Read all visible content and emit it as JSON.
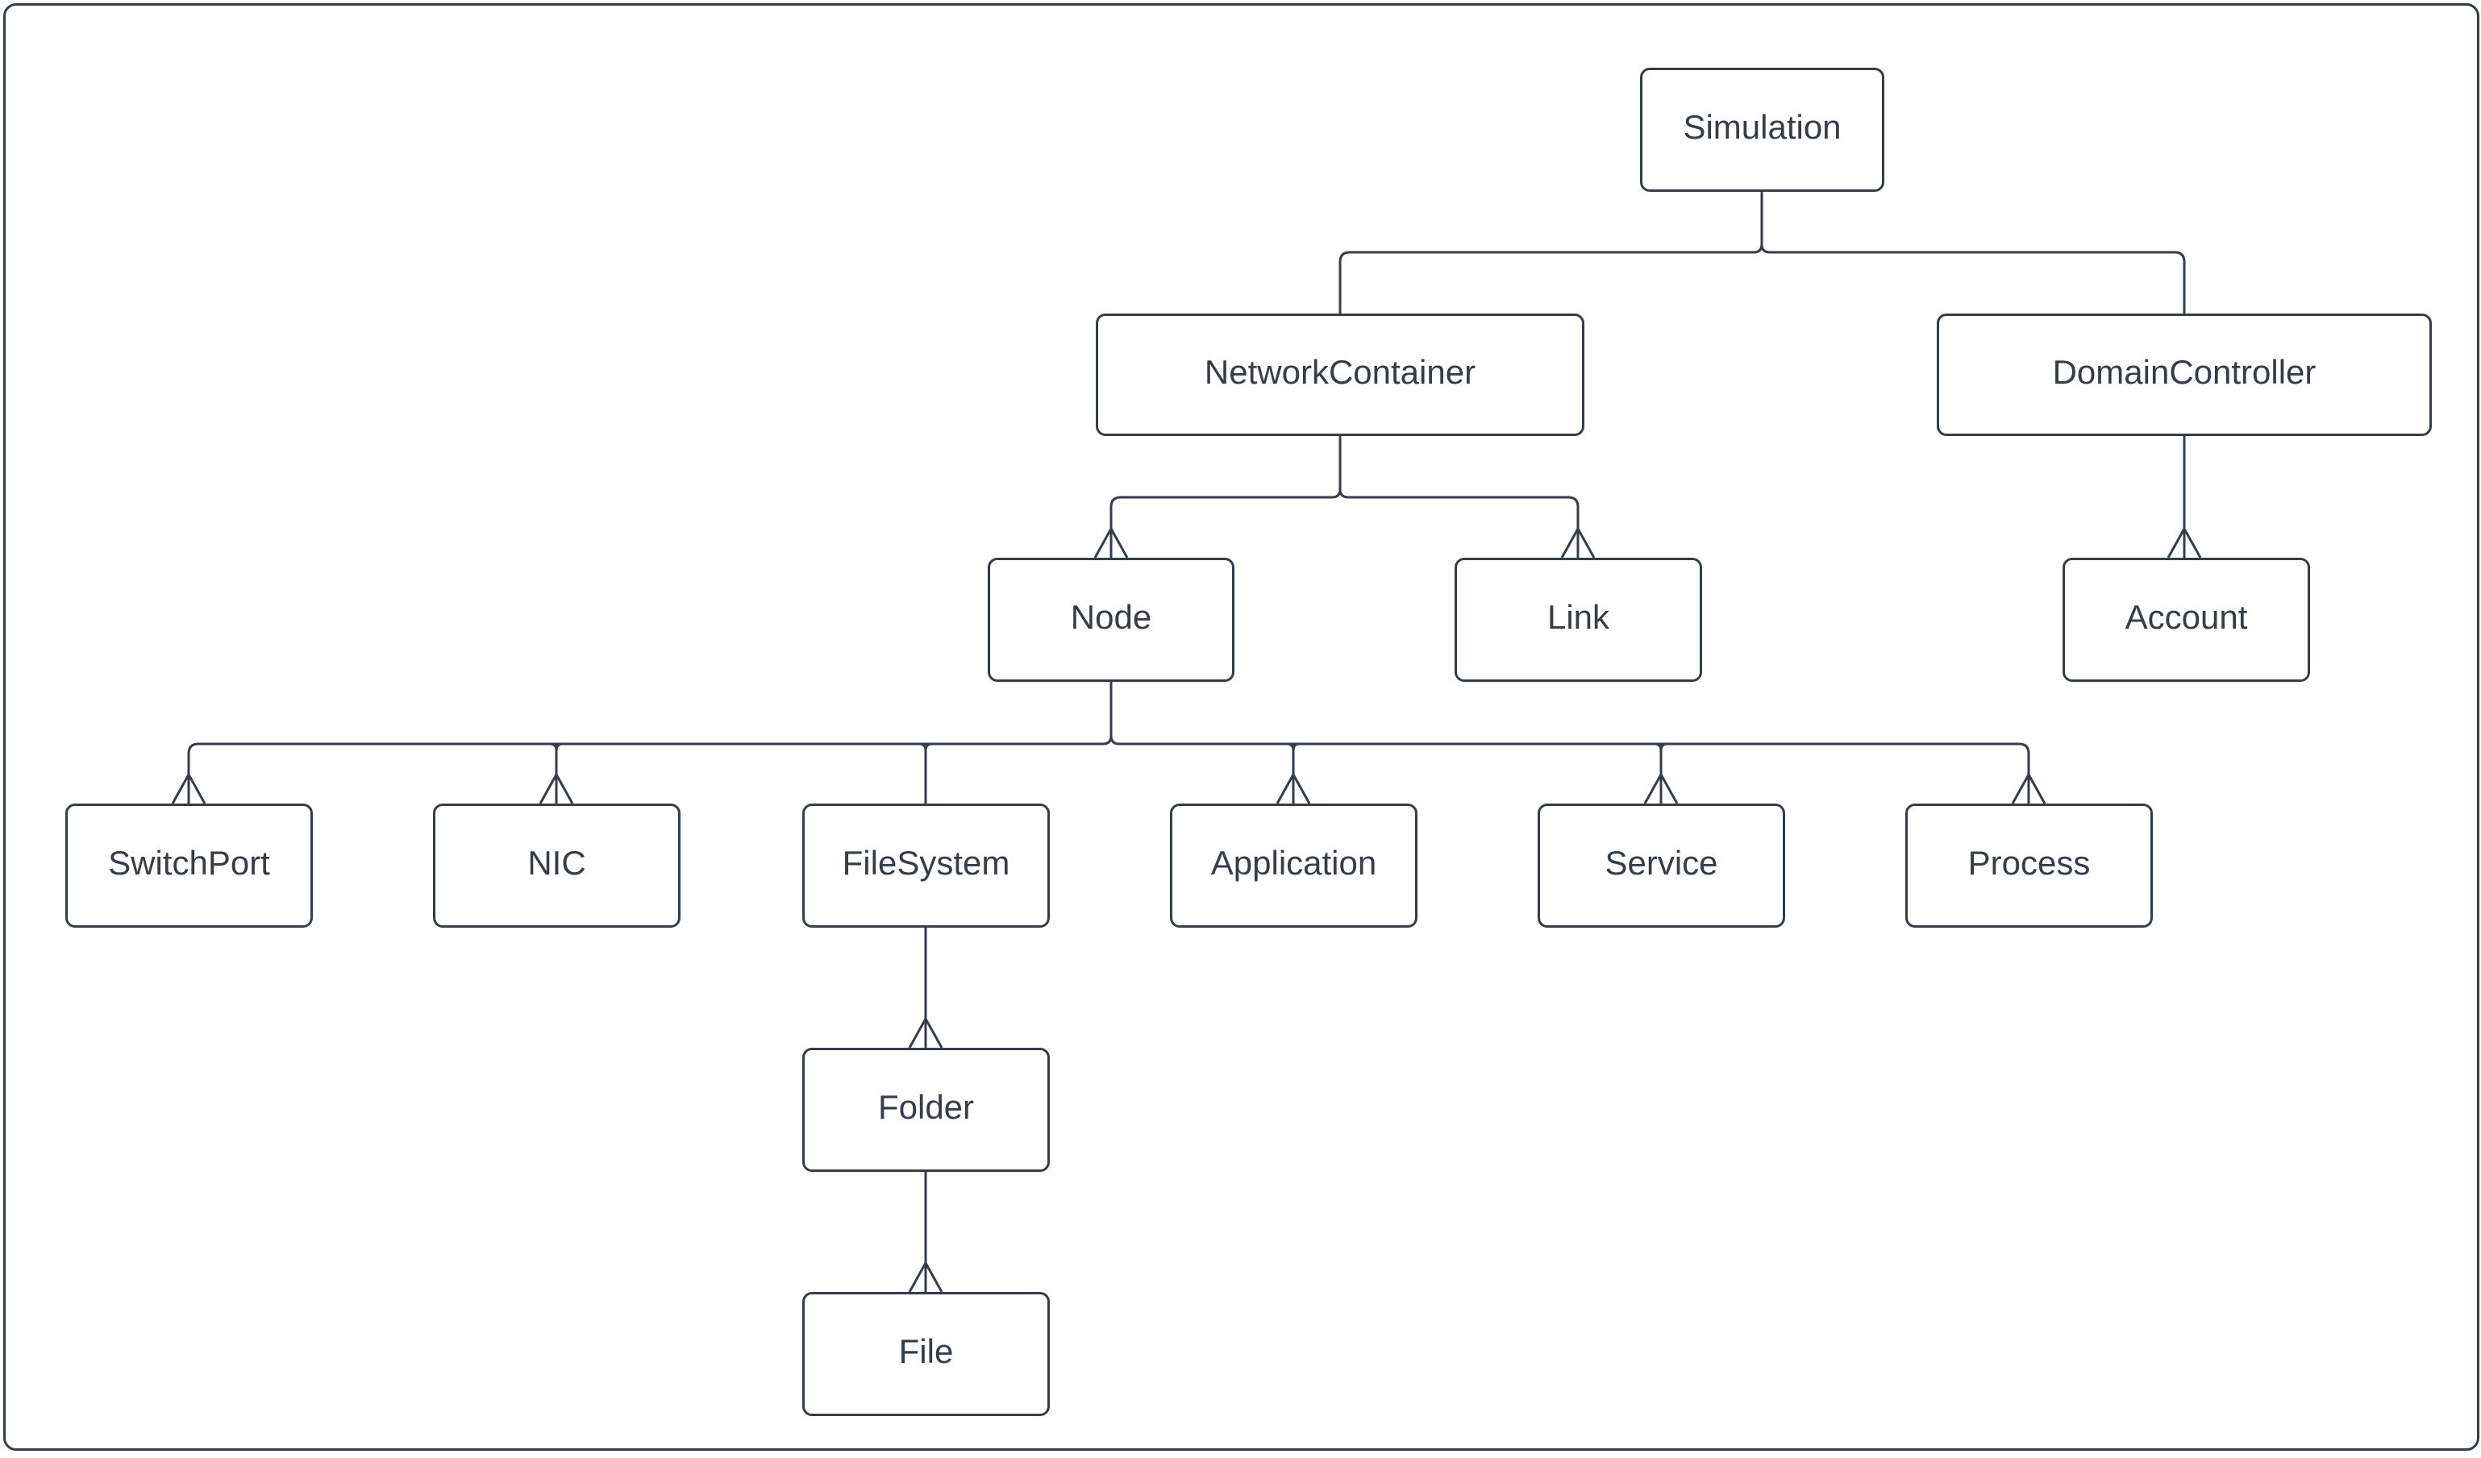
{
  "theme": {
    "line_color": "#353d49",
    "text_color": "#353d49",
    "background_color": "#ffffff"
  },
  "diagram": {
    "nodes": [
      {
        "id": "simulation",
        "label": "Simulation"
      },
      {
        "id": "networkcontainer",
        "label": "NetworkContainer"
      },
      {
        "id": "domaincontroller",
        "label": "DomainController"
      },
      {
        "id": "node",
        "label": "Node"
      },
      {
        "id": "link",
        "label": "Link"
      },
      {
        "id": "account",
        "label": "Account"
      },
      {
        "id": "switchport",
        "label": "SwitchPort"
      },
      {
        "id": "nic",
        "label": "NIC"
      },
      {
        "id": "filesystem",
        "label": "FileSystem"
      },
      {
        "id": "application",
        "label": "Application"
      },
      {
        "id": "service",
        "label": "Service"
      },
      {
        "id": "process",
        "label": "Process"
      },
      {
        "id": "folder",
        "label": "Folder"
      },
      {
        "id": "file",
        "label": "File"
      }
    ],
    "edges": [
      {
        "from": "simulation",
        "to": "networkcontainer",
        "arrowhead": "none"
      },
      {
        "from": "simulation",
        "to": "domaincontroller",
        "arrowhead": "none"
      },
      {
        "from": "networkcontainer",
        "to": "node",
        "arrowhead": "open"
      },
      {
        "from": "networkcontainer",
        "to": "link",
        "arrowhead": "open"
      },
      {
        "from": "domaincontroller",
        "to": "account",
        "arrowhead": "open"
      },
      {
        "from": "node",
        "to": "switchport",
        "arrowhead": "open"
      },
      {
        "from": "node",
        "to": "nic",
        "arrowhead": "open"
      },
      {
        "from": "node",
        "to": "filesystem",
        "arrowhead": "none"
      },
      {
        "from": "node",
        "to": "application",
        "arrowhead": "open"
      },
      {
        "from": "node",
        "to": "service",
        "arrowhead": "open"
      },
      {
        "from": "node",
        "to": "process",
        "arrowhead": "open"
      },
      {
        "from": "filesystem",
        "to": "folder",
        "arrowhead": "open"
      },
      {
        "from": "folder",
        "to": "file",
        "arrowhead": "open"
      }
    ]
  }
}
